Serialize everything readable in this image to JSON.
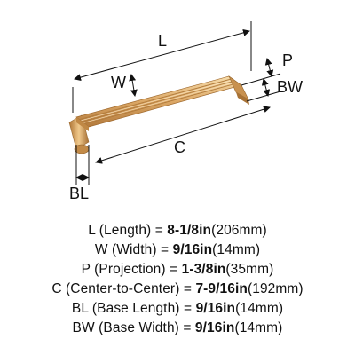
{
  "diagram": {
    "labels": {
      "L": "L",
      "W": "W",
      "P": "P",
      "BW": "BW",
      "C": "C",
      "BL": "BL"
    }
  },
  "specs": [
    {
      "abbr": "L",
      "name": "(Length) =",
      "value": "8-1/8in",
      "metric": "(206mm)"
    },
    {
      "abbr": "W",
      "name": "(Width) =",
      "value": "9/16in",
      "metric": "(14mm)"
    },
    {
      "abbr": "P",
      "name": "(Projection) =",
      "value": "1-3/8in",
      "metric": "(35mm)"
    },
    {
      "abbr": "C",
      "name": "(Center-to-Center) =",
      "value": "7-9/16in",
      "metric": "(192mm)"
    },
    {
      "abbr": "BL",
      "name": "(Base Length) =",
      "value": "9/16in",
      "metric": "(14mm)"
    },
    {
      "abbr": "BW",
      "name": "(Base Width) =",
      "value": "9/16in",
      "metric": "(14mm)"
    }
  ],
  "colors": {
    "brass_light": "#f2cf95",
    "brass_mid": "#d9a45f",
    "brass_dark": "#b37a3c",
    "line": "#111111"
  }
}
